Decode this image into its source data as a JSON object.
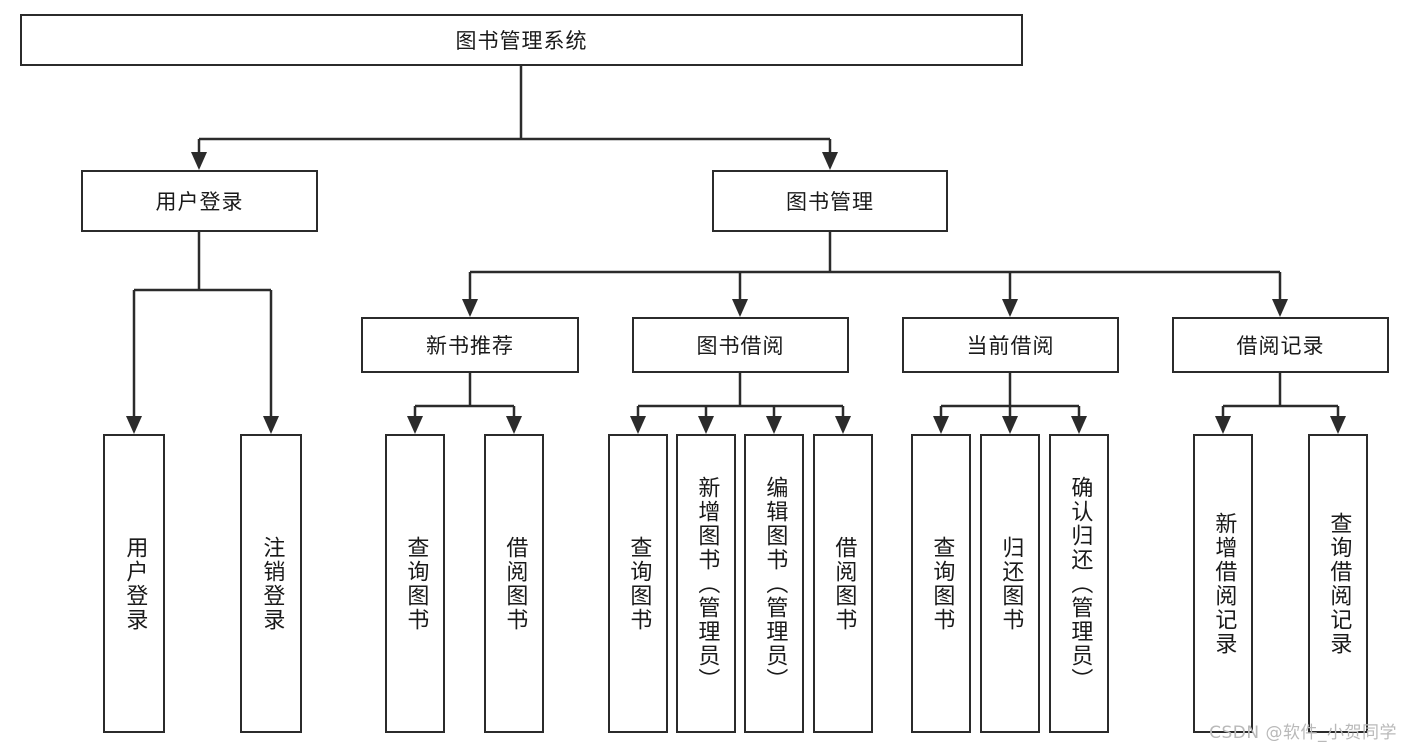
{
  "diagram": {
    "type": "tree",
    "title": "图书管理系统",
    "watermark": "CSDN @软件_小贺同学",
    "colors": {
      "stroke": "#2b2b2b",
      "background": "#ffffff",
      "text": "#1a1a1a",
      "watermark": "#b9b9b9"
    },
    "nodes": {
      "root": {
        "label": "图书管理系统"
      },
      "level2": [
        {
          "id": "user-login",
          "label": "用户登录"
        },
        {
          "id": "book-management",
          "label": "图书管理"
        }
      ],
      "level3": [
        {
          "id": "new-book-recommend",
          "label": "新书推荐"
        },
        {
          "id": "book-borrow",
          "label": "图书借阅"
        },
        {
          "id": "current-borrow",
          "label": "当前借阅"
        },
        {
          "id": "borrow-record",
          "label": "借阅记录"
        }
      ],
      "leaves": [
        {
          "id": "leaf-user-login",
          "label": "用户登录"
        },
        {
          "id": "leaf-logout-login",
          "label": "注销登录"
        },
        {
          "id": "leaf-query-book-1",
          "label": "查询图书"
        },
        {
          "id": "leaf-borrow-book-1",
          "label": "借阅图书"
        },
        {
          "id": "leaf-query-book-2",
          "label": "查询图书"
        },
        {
          "id": "leaf-add-book",
          "label": "新增图书（管理员）"
        },
        {
          "id": "leaf-edit-book",
          "label": "编辑图书（管理员）"
        },
        {
          "id": "leaf-borrow-book-2",
          "label": "借阅图书"
        },
        {
          "id": "leaf-query-book-3",
          "label": "查询图书"
        },
        {
          "id": "leaf-return-book",
          "label": "归还图书"
        },
        {
          "id": "leaf-confirm-return",
          "label": "确认归还（管理员）"
        },
        {
          "id": "leaf-add-borrow-record",
          "label": "新增借阅记录"
        },
        {
          "id": "leaf-query-borrow-record",
          "label": "查询借阅记录"
        }
      ]
    },
    "edges": [
      {
        "from": "root",
        "to": "user-login"
      },
      {
        "from": "root",
        "to": "book-management"
      },
      {
        "from": "user-login",
        "to": "leaf-user-login"
      },
      {
        "from": "user-login",
        "to": "leaf-logout-login"
      },
      {
        "from": "book-management",
        "to": "new-book-recommend"
      },
      {
        "from": "book-management",
        "to": "book-borrow"
      },
      {
        "from": "book-management",
        "to": "current-borrow"
      },
      {
        "from": "book-management",
        "to": "borrow-record"
      },
      {
        "from": "new-book-recommend",
        "to": "leaf-query-book-1"
      },
      {
        "from": "new-book-recommend",
        "to": "leaf-borrow-book-1"
      },
      {
        "from": "book-borrow",
        "to": "leaf-query-book-2"
      },
      {
        "from": "book-borrow",
        "to": "leaf-add-book"
      },
      {
        "from": "book-borrow",
        "to": "leaf-edit-book"
      },
      {
        "from": "book-borrow",
        "to": "leaf-borrow-book-2"
      },
      {
        "from": "current-borrow",
        "to": "leaf-query-book-3"
      },
      {
        "from": "current-borrow",
        "to": "leaf-return-book"
      },
      {
        "from": "current-borrow",
        "to": "leaf-confirm-return"
      },
      {
        "from": "borrow-record",
        "to": "leaf-add-borrow-record"
      },
      {
        "from": "borrow-record",
        "to": "leaf-query-borrow-record"
      }
    ]
  }
}
